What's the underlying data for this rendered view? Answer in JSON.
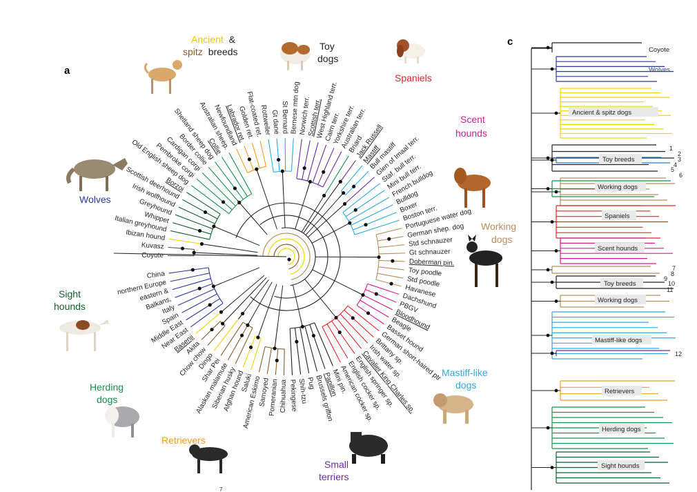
{
  "panels": {
    "a": "a",
    "c": "c"
  },
  "group_colors": {
    "wolves": "#2b3b9a",
    "ancient": "#f2d400",
    "spitz": "#8a5a2b",
    "toy": "#222222",
    "spaniels": "#e0242b",
    "scent": "#d21c8f",
    "working": "#b88d5c",
    "mastiff": "#2fa8dc",
    "terriers": "#6c2a9b",
    "retrievers": "#f39b1e",
    "herding": "#11914b",
    "sight": "#0f5e2e",
    "toy_blue": "#2a7fc7"
  },
  "group_labels": {
    "ancient": "Ancient",
    "amp": "&",
    "spitz": "spitz",
    "breeds": "breeds",
    "toy_line1": "Toy",
    "toy_line2": "dogs",
    "spaniels": "Spaniels",
    "scent_line1": "Scent",
    "scent_line2": "hounds",
    "working_line1": "Working",
    "working_line2": "dogs",
    "wolves": "Wolves",
    "sight_line1": "Sight",
    "sight_line2": "hounds",
    "herding_line1": "Herding",
    "herding_line2": "dogs",
    "retrievers": "Retrievers",
    "mastiff_line1": "Mastiff-like",
    "mastiff_line2": "dogs",
    "terriers_line1": "Small",
    "terriers_line2": "terriers"
  },
  "leaves": [
    {
      "name": "Coyote",
      "group": "none"
    },
    {
      "name": "Kuvasz",
      "group": "none"
    },
    {
      "name": "Ibizan hound",
      "group": "ancient"
    },
    {
      "name": "Italian greyhound",
      "group": "sight"
    },
    {
      "name": "Whippet",
      "group": "sight"
    },
    {
      "name": "Greyhound",
      "group": "sight"
    },
    {
      "name": "Irish wolfhound",
      "group": "sight"
    },
    {
      "name": "Scottish deerhound",
      "group": "sight"
    },
    {
      "name": "Borzoi",
      "group": "sight",
      "underline": true
    },
    {
      "name": "Old English sheep dog",
      "group": "herding"
    },
    {
      "name": "Pembroke corgi",
      "group": "herding"
    },
    {
      "name": "Cardigan corgi",
      "group": "herding"
    },
    {
      "name": "Border collie",
      "group": "herding"
    },
    {
      "name": "Shetland sheep dog",
      "group": "herding"
    },
    {
      "name": "Collie",
      "group": "herding",
      "underline": true
    },
    {
      "name": "Australian sheep.",
      "group": "herding"
    },
    {
      "name": "Newfoundland",
      "group": "retrievers"
    },
    {
      "name": "Labrador ret.",
      "group": "retrievers",
      "underline": true
    },
    {
      "name": "Golden ret.",
      "group": "retrievers"
    },
    {
      "name": "Flat-coated ret.",
      "group": "retrievers"
    },
    {
      "name": "Rottweiler",
      "group": "mastiff"
    },
    {
      "name": "Gt dane",
      "group": "mastiff"
    },
    {
      "name": "St Bernard",
      "group": "mastiff"
    },
    {
      "name": "Bernese mtn dog",
      "group": "mastiff"
    },
    {
      "name": "Norwich terr.",
      "group": "terriers"
    },
    {
      "name": "Scottish terr.",
      "group": "terriers",
      "underline": true
    },
    {
      "name": "West Highland terr.",
      "group": "terriers"
    },
    {
      "name": "Cairn terr.",
      "group": "terriers"
    },
    {
      "name": "Yorkshire terr.",
      "group": "terriers"
    },
    {
      "name": "Australian terr.",
      "group": "terriers"
    },
    {
      "name": "Briard",
      "group": "herding"
    },
    {
      "name": "Jack Russell",
      "group": "terriers",
      "underline": true
    },
    {
      "name": "Mastiff",
      "group": "mastiff",
      "underline": true
    },
    {
      "name": "Bull mastiff",
      "group": "mastiff"
    },
    {
      "name": "Glen of Imaal terr.",
      "group": "terriers"
    },
    {
      "name": "Staf. bull terr.",
      "group": "mastiff"
    },
    {
      "name": "Mini bull terr.",
      "group": "mastiff"
    },
    {
      "name": "French bulldog",
      "group": "mastiff"
    },
    {
      "name": "Bulldog",
      "group": "mastiff"
    },
    {
      "name": "Boxer",
      "group": "mastiff"
    },
    {
      "name": "Boston terr.",
      "group": "mastiff"
    },
    {
      "name": "Portuguese water dog",
      "group": "working"
    },
    {
      "name": "German shep. dog",
      "group": "working"
    },
    {
      "name": "Std schnauzer",
      "group": "working"
    },
    {
      "name": "Gt schnauzer",
      "group": "working"
    },
    {
      "name": "Doberman pin.",
      "group": "working",
      "underline": true
    },
    {
      "name": "Toy poodle",
      "group": "working"
    },
    {
      "name": "Std poodle",
      "group": "working"
    },
    {
      "name": "Havanese",
      "group": "working"
    },
    {
      "name": "Dachshund",
      "group": "scent"
    },
    {
      "name": "PBGV",
      "group": "scent"
    },
    {
      "name": "Bloodhound",
      "group": "scent",
      "underline": true
    },
    {
      "name": "Beagle",
      "group": "scent"
    },
    {
      "name": "Basset hound",
      "group": "scent"
    },
    {
      "name": "German short-haired ptr",
      "group": "spaniels"
    },
    {
      "name": "Brittany sp.",
      "group": "spaniels"
    },
    {
      "name": "Irish water sp.",
      "group": "spaniels"
    },
    {
      "name": "Cavalier King Charles sp.",
      "group": "spaniels",
      "underline": true
    },
    {
      "name": "English springer sp.",
      "group": "spaniels"
    },
    {
      "name": "English cocker sp.",
      "group": "spaniels"
    },
    {
      "name": "American cocker sp.",
      "group": "spaniels"
    },
    {
      "name": "Mini pin.",
      "group": "toy"
    },
    {
      "name": "Papillon",
      "group": "toy",
      "underline": true
    },
    {
      "name": "Brussels griffon",
      "group": "toy"
    },
    {
      "name": "Pug",
      "group": "toy"
    },
    {
      "name": "Shih-tzu",
      "group": "toy"
    },
    {
      "name": "Pekingese",
      "group": "toy"
    },
    {
      "name": "Chihuahua",
      "group": "spitz"
    },
    {
      "name": "Pomeranian",
      "group": "spitz"
    },
    {
      "name": "Samoyed",
      "group": "spitz"
    },
    {
      "name": "American Eskimo",
      "group": "spitz"
    },
    {
      "name": "Saluki",
      "group": "ancient"
    },
    {
      "name": "Afghan hound",
      "group": "ancient"
    },
    {
      "name": "Siberian husky",
      "group": "spitz"
    },
    {
      "name": "Alaskan malamute",
      "group": "spitz"
    },
    {
      "name": "Shar Pei",
      "group": "spitz"
    },
    {
      "name": "Dingo",
      "group": "ancient"
    },
    {
      "name": "Chow chow",
      "group": "spitz"
    },
    {
      "name": "Akita",
      "group": "spitz"
    },
    {
      "name": "Basenji",
      "group": "ancient",
      "underline": true
    },
    {
      "name": "Near East",
      "group": "wolves"
    },
    {
      "name": "Middle East",
      "group": "wolves"
    },
    {
      "name": "Spain",
      "group": "wolves"
    },
    {
      "name": "Italy",
      "group": "wolves"
    },
    {
      "name": "Balkans,",
      "group": "wolves"
    },
    {
      "name": "eastern &",
      "group": "wolves"
    },
    {
      "name": "northern Europe",
      "group": "wolves"
    },
    {
      "name": "China",
      "group": "wolves"
    }
  ],
  "panel_c": {
    "labels": {
      "coyote": "Coyote",
      "wolves": "Wolves",
      "ancient": "Ancient & spitz dogs",
      "toy1": "Toy breeds",
      "working1": "Working dogs",
      "spaniels": "Spaniels",
      "scent": "Scent hounds",
      "toy2": "Toy breeds",
      "working2": "Working dogs",
      "mastiff": "Mastiff-like dogs",
      "retrievers": "Retrievers",
      "herding": "Herding dogs",
      "sight": "Sight hounds"
    },
    "numbers": [
      "1",
      "2",
      "3",
      "4",
      "5",
      "6",
      "7",
      "8",
      "9",
      "10",
      "11",
      "12"
    ]
  },
  "footer": "7"
}
